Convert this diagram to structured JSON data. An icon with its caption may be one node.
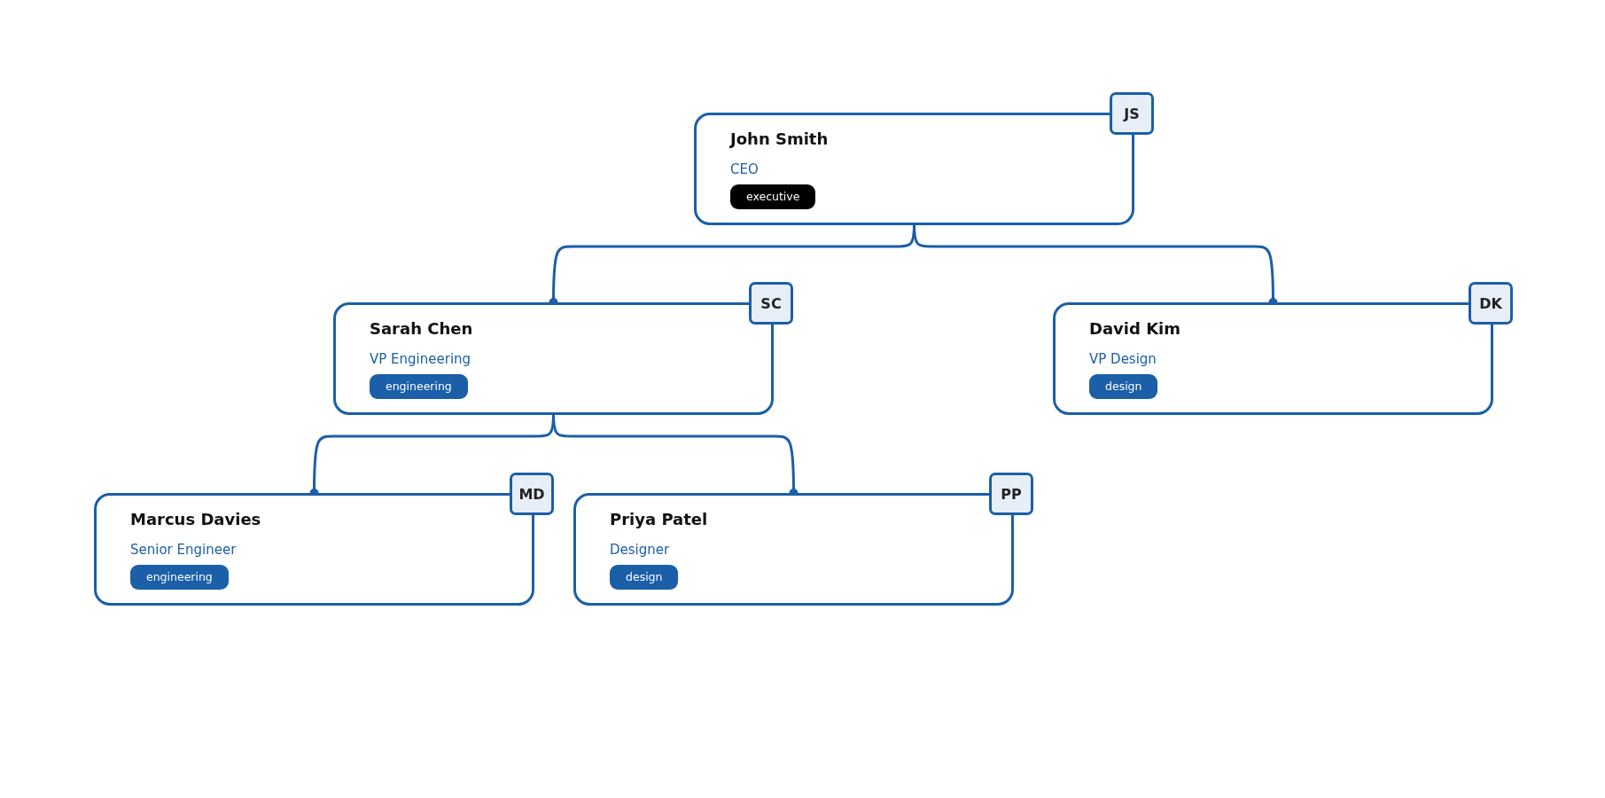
{
  "diagram": {
    "nodes": [
      {
        "text": [
          "John Smith",
          "CEO",
          "executive"
        ]
      },
      {
        "text": [
          "JS"
        ]
      },
      {
        "text": [
          "Sarah Chen",
          "VP Engineering",
          "engineering"
        ]
      },
      {
        "text": [
          "SC"
        ]
      },
      {
        "text": [
          "David Kim",
          "VP Design",
          "design"
        ]
      },
      {
        "text": [
          "DK"
        ]
      },
      {
        "text": [
          "Marcus Davies",
          "Senior Engineer",
          "engineering"
        ]
      },
      {
        "text": [
          "MD"
        ]
      },
      {
        "text": [
          "Priya Patel",
          "Designer",
          "design"
        ]
      },
      {
        "text": [
          "PP"
        ]
      }
    ],
    "edges": [
      {
        "from": 0,
        "to": 2,
        "arrow": "other"
      },
      {
        "from": 0,
        "to": 4,
        "arrow": "other"
      },
      {
        "from": 2,
        "to": 6,
        "arrow": "other"
      },
      {
        "from": 2,
        "to": 8,
        "arrow": "other"
      }
    ]
  }
}
